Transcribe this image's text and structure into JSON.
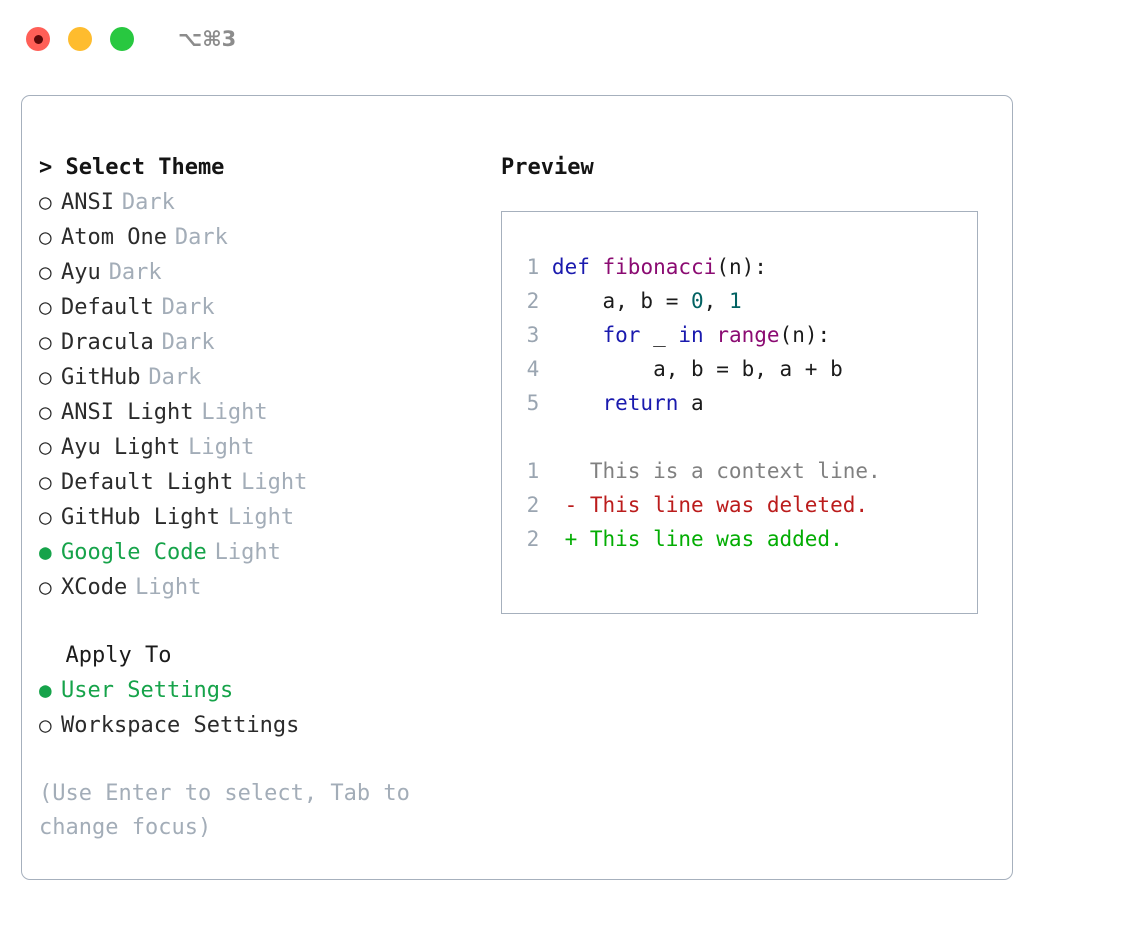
{
  "titlebar": {
    "shortcut": "⌥⌘3",
    "lights": [
      {
        "name": "close-button",
        "color": "#ff5f57"
      },
      {
        "name": "minimize-button",
        "color": "#febc2e"
      },
      {
        "name": "maximize-button",
        "color": "#28c840"
      }
    ]
  },
  "theme_picker": {
    "heading": "> Select Theme",
    "items": [
      {
        "bullet": "○",
        "label": "ANSI",
        "tag": "Dark",
        "selected": false
      },
      {
        "bullet": "○",
        "label": "Atom One",
        "tag": "Dark",
        "selected": false
      },
      {
        "bullet": "○",
        "label": "Ayu",
        "tag": "Dark",
        "selected": false
      },
      {
        "bullet": "○",
        "label": "Default",
        "tag": "Dark",
        "selected": false
      },
      {
        "bullet": "○",
        "label": "Dracula",
        "tag": "Dark",
        "selected": false
      },
      {
        "bullet": "○",
        "label": "GitHub",
        "tag": "Dark",
        "selected": false
      },
      {
        "bullet": "○",
        "label": "ANSI Light",
        "tag": "Light",
        "selected": false
      },
      {
        "bullet": "○",
        "label": "Ayu Light",
        "tag": "Light",
        "selected": false
      },
      {
        "bullet": "○",
        "label": "Default Light",
        "tag": "Light",
        "selected": false
      },
      {
        "bullet": "○",
        "label": "GitHub Light",
        "tag": "Light",
        "selected": false
      },
      {
        "bullet": "●",
        "label": "Google Code",
        "tag": "Light",
        "selected": true
      },
      {
        "bullet": "○",
        "label": "XCode",
        "tag": "Light",
        "selected": false
      }
    ]
  },
  "apply_to": {
    "heading": "  Apply To",
    "items": [
      {
        "bullet": "●",
        "label": "User Settings",
        "selected": true
      },
      {
        "bullet": "○",
        "label": "Workspace Settings",
        "selected": false
      }
    ]
  },
  "hint": "(Use Enter to select, Tab to change focus)",
  "preview": {
    "title": "Preview",
    "code_lines": [
      {
        "num": "1",
        "tokens": [
          {
            "t": "def",
            "c": "kw"
          },
          {
            "t": " ",
            "c": "pl"
          },
          {
            "t": "fibonacci",
            "c": "fn"
          },
          {
            "t": "(n):",
            "c": "pl"
          }
        ]
      },
      {
        "num": "2",
        "tokens": [
          {
            "t": "    a, b = ",
            "c": "pl"
          },
          {
            "t": "0",
            "c": "num"
          },
          {
            "t": ", ",
            "c": "pl"
          },
          {
            "t": "1",
            "c": "num"
          }
        ]
      },
      {
        "num": "3",
        "tokens": [
          {
            "t": "    ",
            "c": "pl"
          },
          {
            "t": "for",
            "c": "kw"
          },
          {
            "t": " _ ",
            "c": "pl"
          },
          {
            "t": "in",
            "c": "kw"
          },
          {
            "t": " ",
            "c": "pl"
          },
          {
            "t": "range",
            "c": "fn"
          },
          {
            "t": "(n):",
            "c": "pl"
          }
        ]
      },
      {
        "num": "4",
        "tokens": [
          {
            "t": "        a, b = b, a + b",
            "c": "pl"
          }
        ]
      },
      {
        "num": "5",
        "tokens": [
          {
            "t": "    ",
            "c": "pl"
          },
          {
            "t": "return",
            "c": "kw"
          },
          {
            "t": " a",
            "c": "pl"
          }
        ]
      },
      {
        "num": "",
        "tokens": []
      },
      {
        "num": "1",
        "tokens": [
          {
            "t": "   This is a context line.",
            "c": "ctx"
          }
        ]
      },
      {
        "num": "2",
        "tokens": [
          {
            "t": " - This line was deleted.",
            "c": "del"
          }
        ]
      },
      {
        "num": "2",
        "tokens": [
          {
            "t": " + This line was added.",
            "c": "add"
          }
        ]
      }
    ]
  },
  "colors": {
    "accent_green": "#16a34a",
    "tag_gray": "#a3adb8",
    "border": "#a6b0bd",
    "keyword": "#1a1aae",
    "function": "#8b0b72",
    "number": "#026262",
    "diff_deleted": "#bb1c1c",
    "diff_added": "#03ad03",
    "diff_context": "#808080",
    "line_number": "#9aa5b1"
  }
}
